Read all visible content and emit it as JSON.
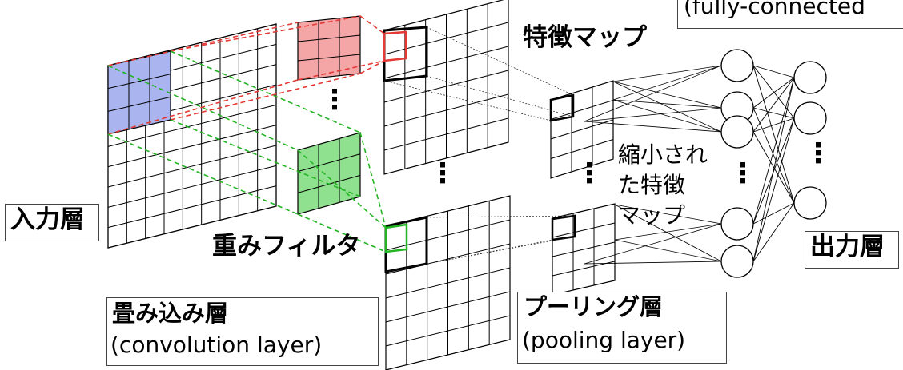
{
  "labels": {
    "input_layer": "入力層",
    "weight_filter": "重みフィルタ",
    "feature_map": "特徴マップ",
    "reduced_feature_map_line1": "縮小され",
    "reduced_feature_map_line2": "た特徴",
    "reduced_feature_map_line3": "マップ",
    "conv_layer_jp": "畳み込み層",
    "conv_layer_en": "(convolution layer)",
    "pooling_layer_jp": "プーリング層",
    "pooling_layer_en": "(pooling layer)",
    "fully_connected_en": "(fully-connected",
    "output_layer": "出力層"
  },
  "ellipsis": "⋮",
  "colors": {
    "filter_red": "#e53935",
    "filter_red_fill": "#f4a5a5",
    "filter_green": "#22b422",
    "filter_green_fill": "#8fe08f",
    "input_blue_fill": "#aab4ee",
    "grid_line": "#000000"
  }
}
